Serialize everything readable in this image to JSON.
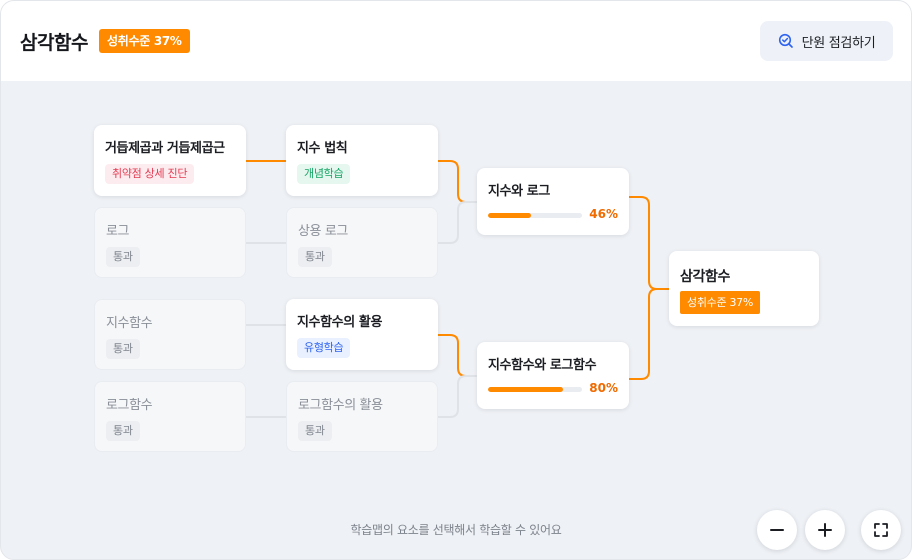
{
  "header": {
    "title": "삼각함수",
    "level_badge": "성취수준 37%",
    "check_button": "단원 점검하기"
  },
  "colors": {
    "accent": "#ff8a00",
    "connector_active": "#ff8a00",
    "connector_inactive": "#dfe3e8"
  },
  "nodes": {
    "root_power": {
      "label": "거듭제곱과 거듭제곱근",
      "tag": "취약점 상세 진단",
      "tag_type": "weakness"
    },
    "exp_law": {
      "label": "지수 법칙",
      "tag": "개념학습",
      "tag_type": "concept"
    },
    "log": {
      "label": "로그",
      "tag": "통과",
      "tag_type": "passed"
    },
    "common_log": {
      "label": "상용 로그",
      "tag": "통과",
      "tag_type": "passed"
    },
    "exp_func": {
      "label": "지수함수",
      "tag": "통과",
      "tag_type": "passed"
    },
    "exp_func_use": {
      "label": "지수함수의 활용",
      "tag": "유형학습",
      "tag_type": "problem-type"
    },
    "log_func": {
      "label": "로그함수",
      "tag": "통과",
      "tag_type": "passed"
    },
    "log_func_use": {
      "label": "로그함수의 활용",
      "tag": "통과",
      "tag_type": "passed"
    },
    "exp_and_log": {
      "label": "지수와 로그",
      "progress": 46,
      "progress_text": "46%"
    },
    "exp_log_funcs": {
      "label": "지수함수와 로그함수",
      "progress": 80,
      "progress_text": "80%"
    },
    "trig": {
      "label": "삼각함수",
      "badge": "성취수준 37%"
    }
  },
  "hint": "학습맵의 요소를 선택해서 학습할 수 있어요",
  "controls": {
    "zoom_out_icon": "minus-icon",
    "zoom_in_icon": "plus-icon",
    "fullscreen_icon": "expand-icon"
  }
}
